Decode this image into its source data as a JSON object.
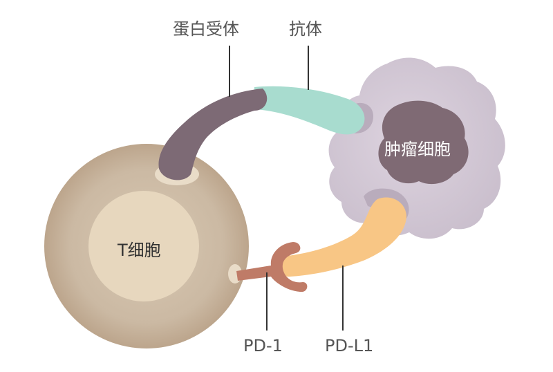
{
  "labels": {
    "receptor": "蛋白受体",
    "antibody": "抗体",
    "pd1": "PD-1",
    "pdl1": "PD-L1",
    "t_cell": "T细胞",
    "tumor_cell": "肿瘤细胞"
  },
  "colors": {
    "t_cell_outer": "#c9b7a1",
    "t_cell_inner": "#e7d7be",
    "tumor_body": "#d8ceda",
    "tumor_nucleus": "#7f6a74",
    "receptor": "#7d6a75",
    "antibody": "#a8dccf",
    "pdl1": "#f8c685",
    "pd1": "#bf7b67",
    "label_text": "#555555",
    "leader_line": "#333333"
  }
}
